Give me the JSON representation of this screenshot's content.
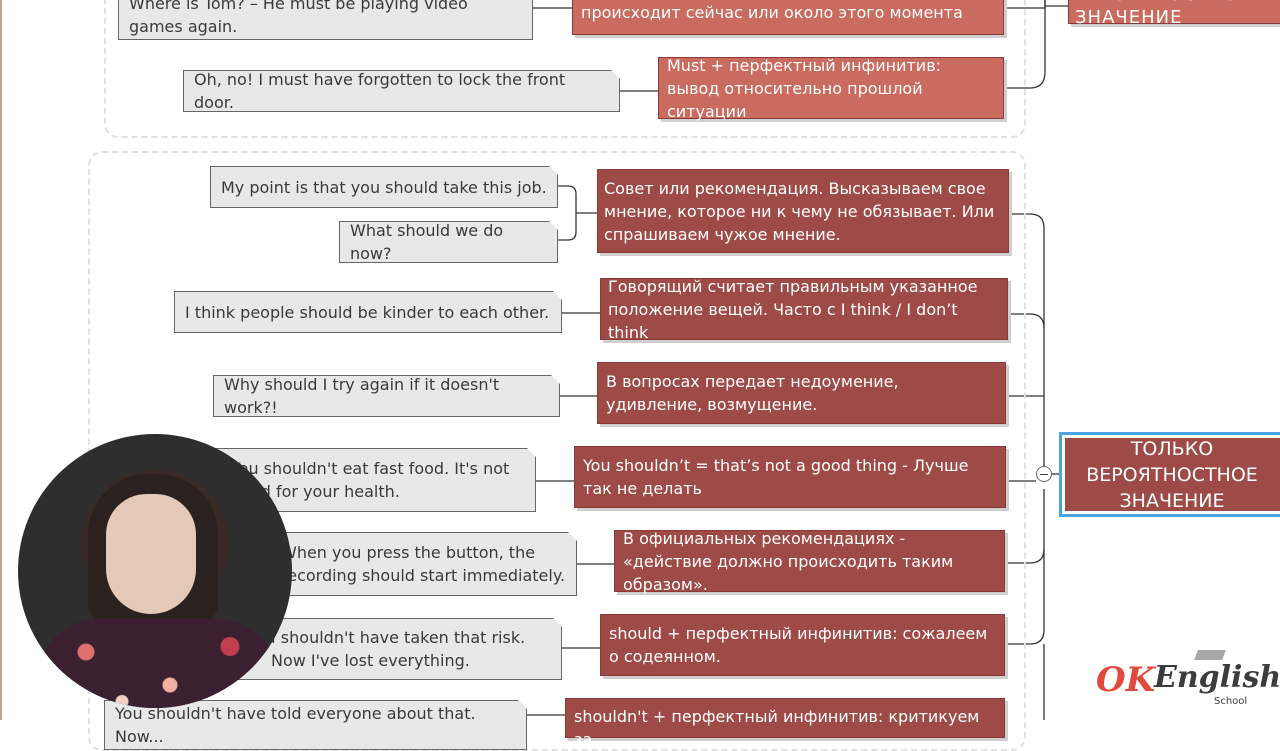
{
  "group1": {
    "ex_row0": "Where is Tom? – He must be playing video games again.",
    "ex_row1": "Oh, no! I must have forgotten to lock the front door.",
    "rd_row0": "происходит сейчас или около этого момента",
    "rd_row1": "Must + перфектный инфинитив: вывод относительно прошлой ситуации",
    "topic": "ВЕРОЯТНОСТНОЕ ЗНАЧЕНИЕ"
  },
  "group2": {
    "topic": "ТОЛЬКО ВЕРОЯТНОСТНОЕ ЗНАЧЕНИЕ",
    "rows": [
      {
        "examples": [
          "My point is that you should take this job.",
          "What should we do now?"
        ],
        "explanation": "Совет или рекомендация. Высказываем свое мнение, которое ни к чему не обязывает. Или спрашиваем чужое мнение."
      },
      {
        "examples": [
          "I think people should be kinder to each other."
        ],
        "explanation": "Говорящий считает правильным указанное положение вещей. Часто с I think / I don’t think"
      },
      {
        "examples": [
          "Why should I try again if it doesn't work?!"
        ],
        "explanation": "В вопросах передает недоумение, удивление, возмущение."
      },
      {
        "examples": [
          "You shouldn't eat fast food. It's not good for your health."
        ],
        "explanation": "You shouldn’t = that’s not a good thing - Лучше так не делать"
      },
      {
        "examples": [
          "When you press the button, the recording should start immediately."
        ],
        "explanation": "В официальных рекомендациях - «действие должно происходить таким образом»."
      },
      {
        "examples": [
          "I shouldn't have taken that risk. Now I've lost everything."
        ],
        "explanation": "should + перфектный инфинитив: сожалеем о содеянном."
      },
      {
        "examples": [
          "You shouldn't have told everyone about that. Now..."
        ],
        "explanation": "shouldn't + перфектный инфинитив: критикуем за"
      }
    ]
  },
  "logo": {
    "ok": "OK",
    "english": "English",
    "school": "School"
  },
  "colors": {
    "red_dark": "#9e4b48",
    "red_light": "#c96b5e",
    "example_bg": "#e8e8e8",
    "selection": "#4aa3e3"
  }
}
